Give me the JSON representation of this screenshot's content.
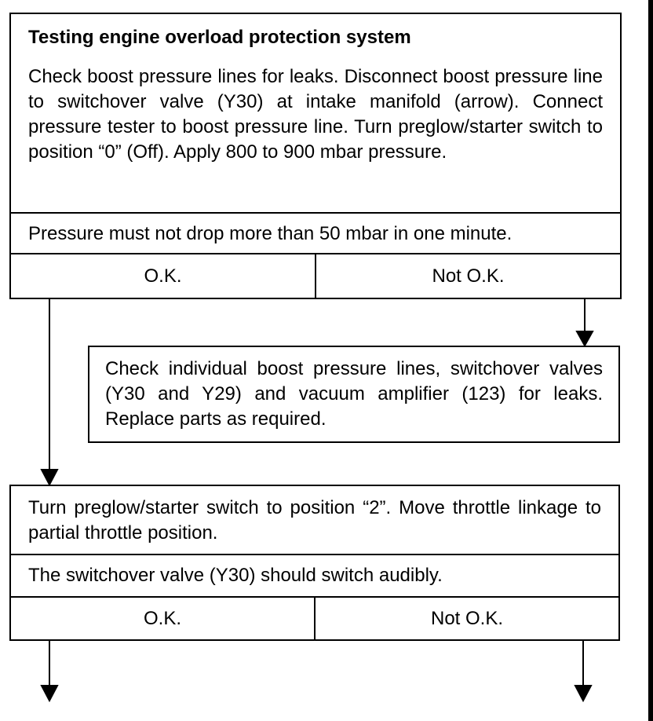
{
  "box1": {
    "title": "Testing engine overload protection system",
    "instruction": "Check boost pressure lines for leaks.  Disconnect boost pressure line to switchover valve (Y30) at intake manifold (arrow).  Connect pressure tester to boost pressure line.  Turn preglow/starter switch to position “0” (Off).  Apply 800 to 900 mbar pressure.",
    "condition": "Pressure must not drop more than 50 mbar in one minute.",
    "ok_label": "O.K.",
    "not_ok_label": "Not O.K."
  },
  "repair_box": {
    "text": "Check individual boost pressure lines, switchover valves (Y30 and Y29) and vacuum amplifier (123) for leaks.  Replace parts as required."
  },
  "box2": {
    "instruction": "Turn preglow/starter switch to position “2”.  Move throttle linkage to partial throttle position.",
    "condition": "The switchover valve (Y30) should switch audibly.",
    "ok_label": "O.K.",
    "not_ok_label": "Not O.K."
  }
}
